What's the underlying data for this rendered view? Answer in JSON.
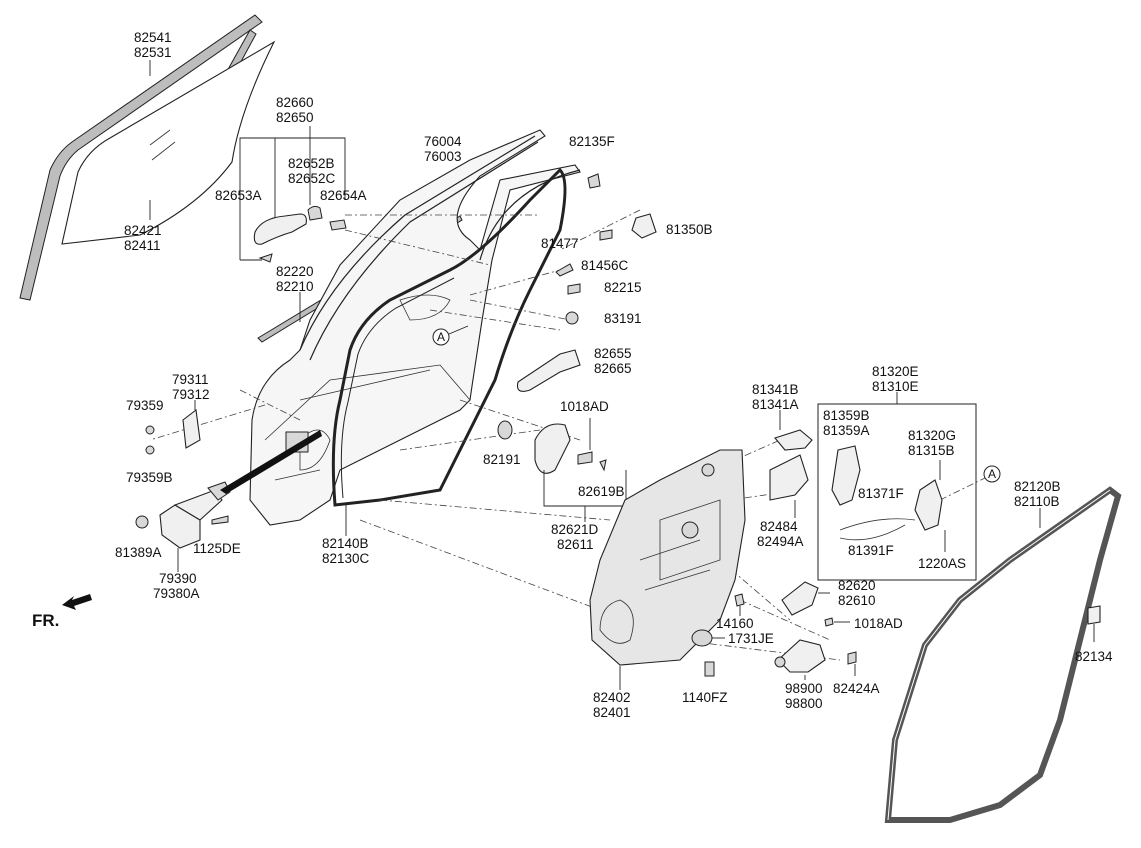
{
  "labels": {
    "glass_run_top": "82541",
    "glass_run_bot": "82531",
    "glass_top": "82421",
    "glass_bot": "82411",
    "handle_top": "82660",
    "handle_bot": "82650",
    "cover_top": "82652B",
    "cover_bot": "82652C",
    "handle_left": "82653A",
    "handle_right": "82654A",
    "belt_top": "82220",
    "belt_bot": "82210",
    "frame_top": "76004",
    "frame_bot": "76003",
    "bracket_top": "82135F",
    "striker": "81350B",
    "bolt_a": "81477",
    "bolt_b": "81456C",
    "pad": "82215",
    "plug": "83191",
    "inner_handle_top": "82655",
    "inner_handle_bot": "82665",
    "hinge_top": "79311",
    "hinge_bot": "79312",
    "screw_top": "79359",
    "screw_bot": "79359B",
    "bolt_1018_top": "1018AD",
    "grommet": "82191",
    "clip_b": "82619B",
    "checker_bolt": "81389A",
    "bolt_1125": "1125DE",
    "checker_top": "79390",
    "checker_bot": "79380A",
    "weather_strip_top": "82140B",
    "weather_strip_bot": "82130C",
    "inner_cover_top": "82621D",
    "inner_cover_bot": "82611",
    "module_top": "82402",
    "module_bot": "82401",
    "bolt_1140": "1140FZ",
    "plug_1731": "1731JE",
    "pin": "14160",
    "bolt_1018_bot": "1018AD",
    "switch_top": "82620",
    "switch_bot": "82610",
    "motor_top": "98900",
    "motor_bot": "98800",
    "screw_82424": "82424A",
    "cable_top": "81341B",
    "cable_bot": "81341A",
    "actuator_top": "82484",
    "actuator_bot": "82494A",
    "latch_top": "81320E",
    "latch_bot": "81310E",
    "latch_cover_top": "81359B",
    "latch_cover_bot": "81359A",
    "latch_g": "81320G",
    "latch_b": "81315B",
    "rod_371": "81371F",
    "rod_391": "81391F",
    "latch_bolt": "1220AS",
    "seal_top": "82120B",
    "seal_bot": "82110B",
    "tape": "82134",
    "callout": "A",
    "front": "FR."
  }
}
